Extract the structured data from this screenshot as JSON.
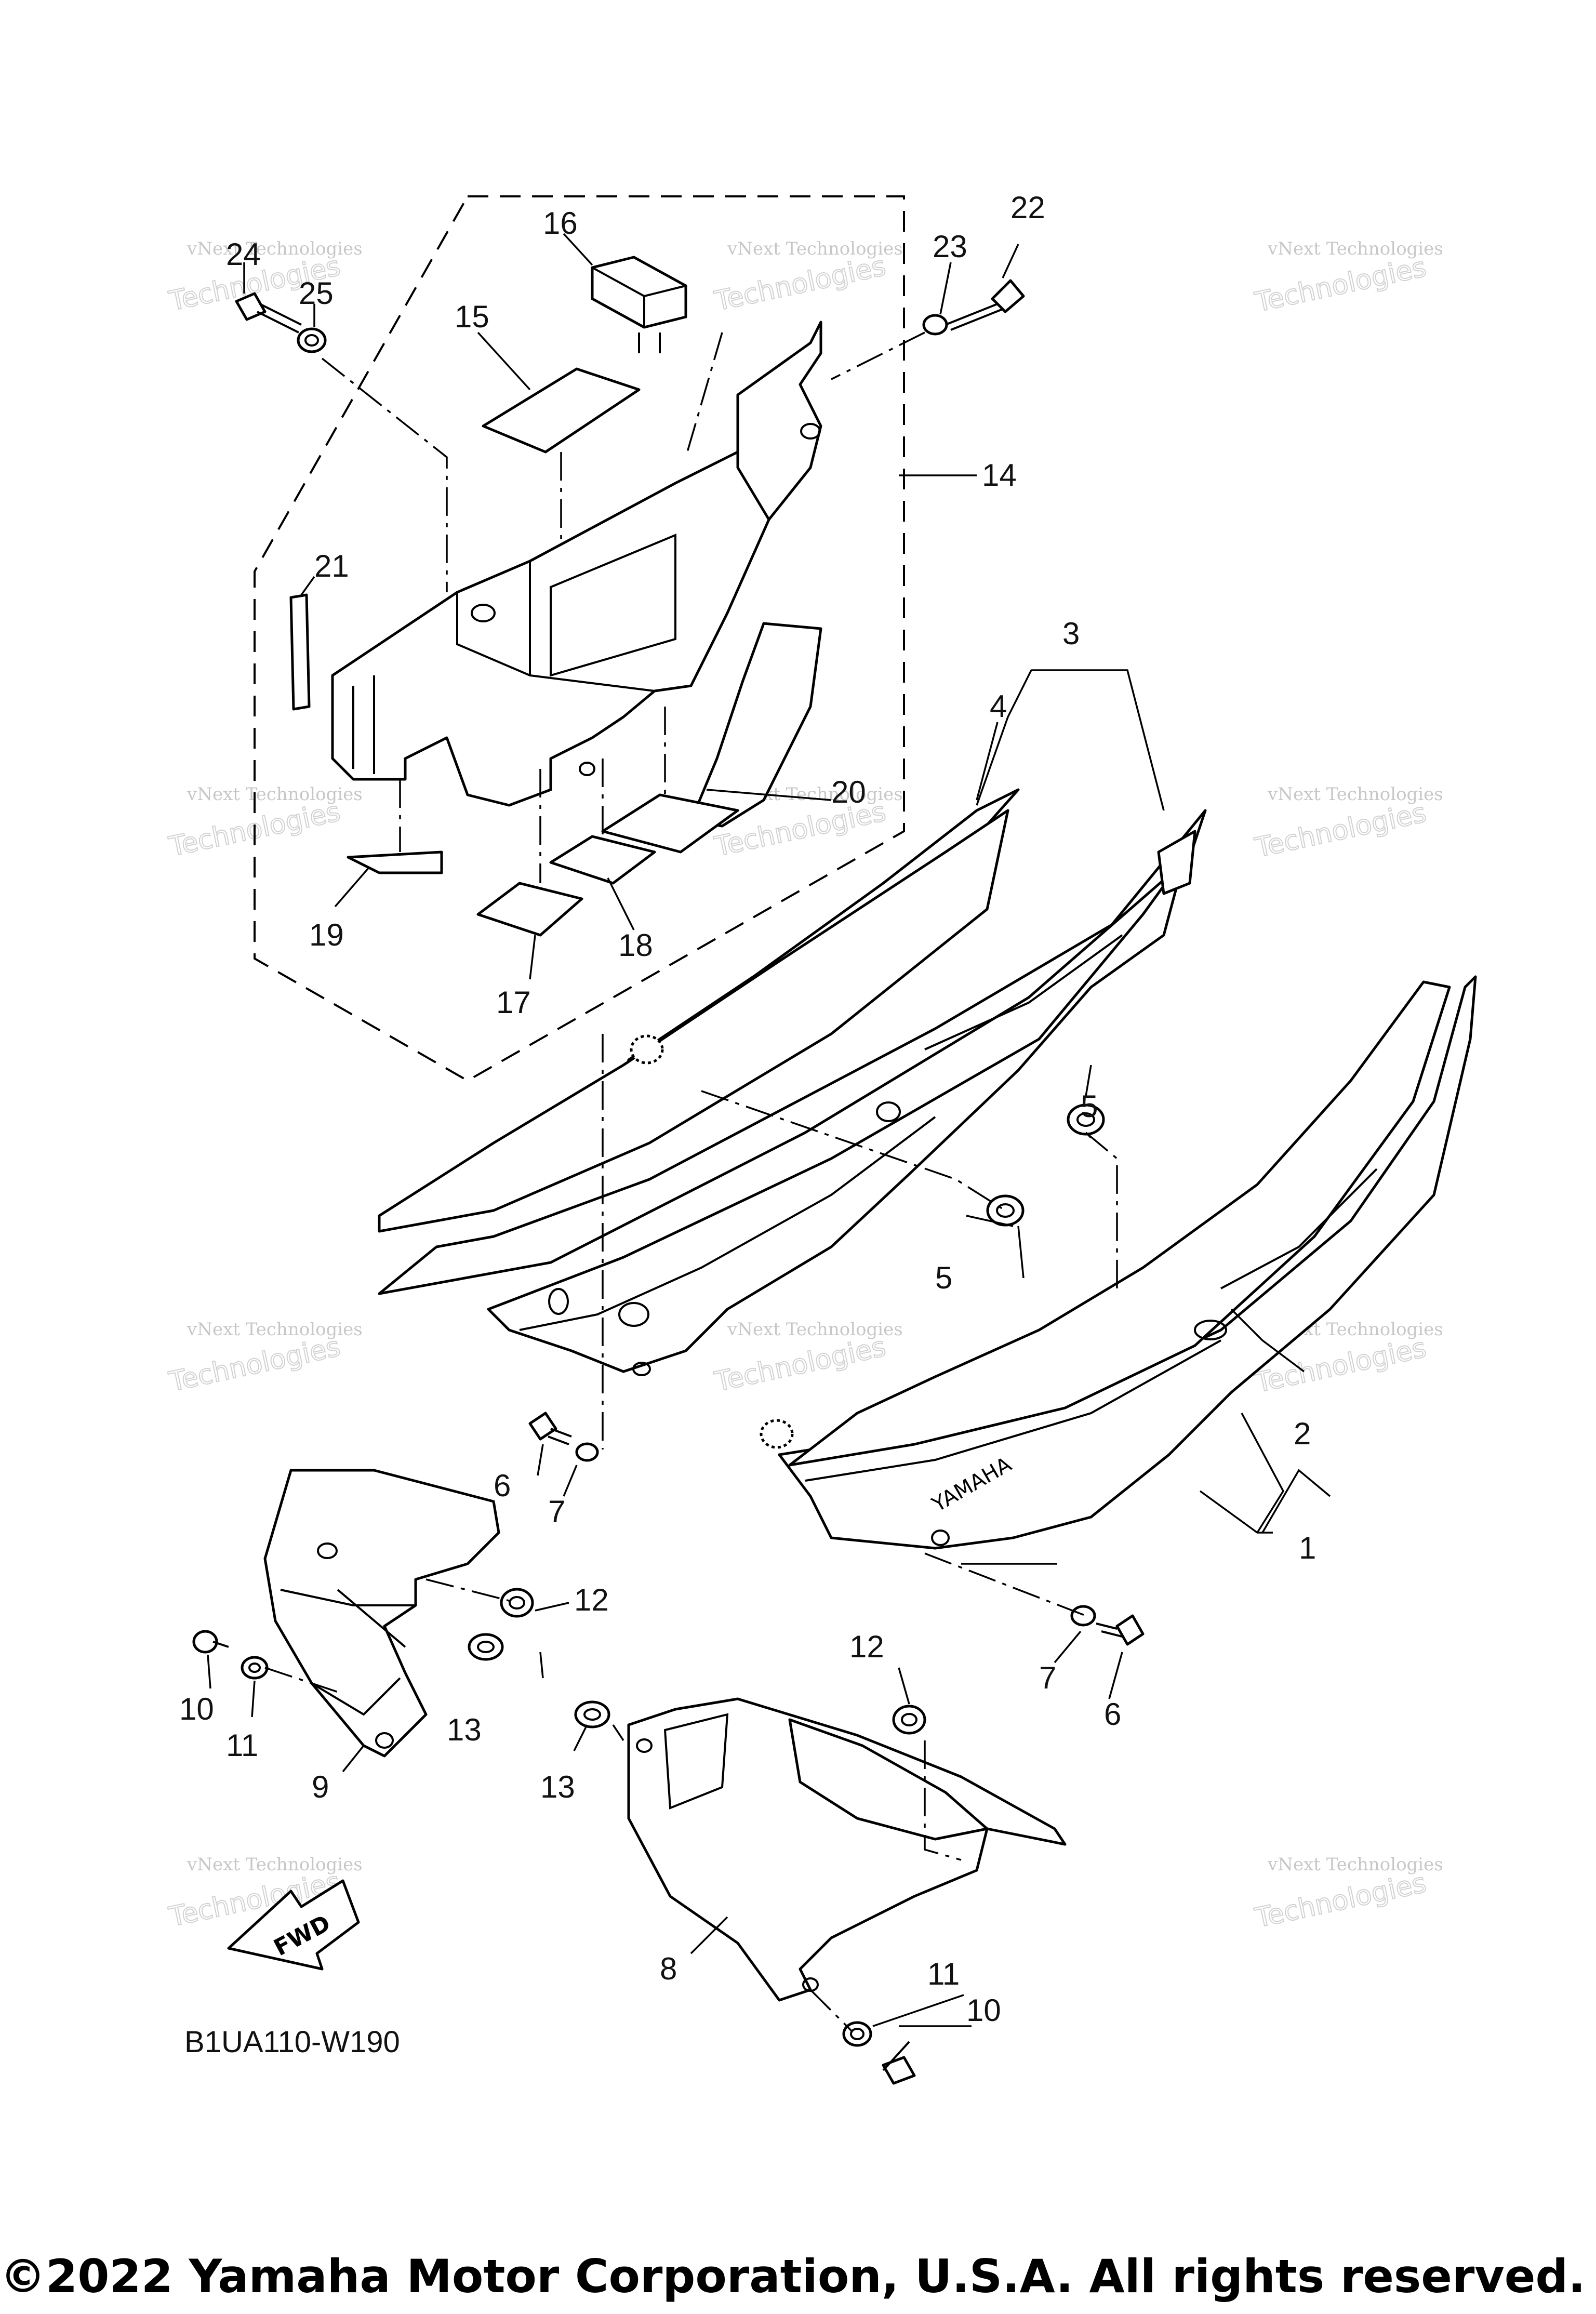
{
  "diagram": {
    "callouts": [
      "1",
      "2",
      "3",
      "4",
      "5",
      "5",
      "6",
      "6",
      "7",
      "7",
      "8",
      "9",
      "10",
      "10",
      "11",
      "11",
      "12",
      "12",
      "13",
      "13",
      "14",
      "15",
      "16",
      "17",
      "18",
      "19",
      "20",
      "21",
      "22",
      "23",
      "24",
      "25"
    ],
    "part_code": "B1UA110-W190",
    "fwd_label": "FWD",
    "brand_label": "YAMAHA",
    "watermark_small": "vNext Technologies",
    "watermark_large": "Technologies",
    "copyright": "©2022 Yamaha Motor Corporation, U.S.A. All rights reserved."
  }
}
